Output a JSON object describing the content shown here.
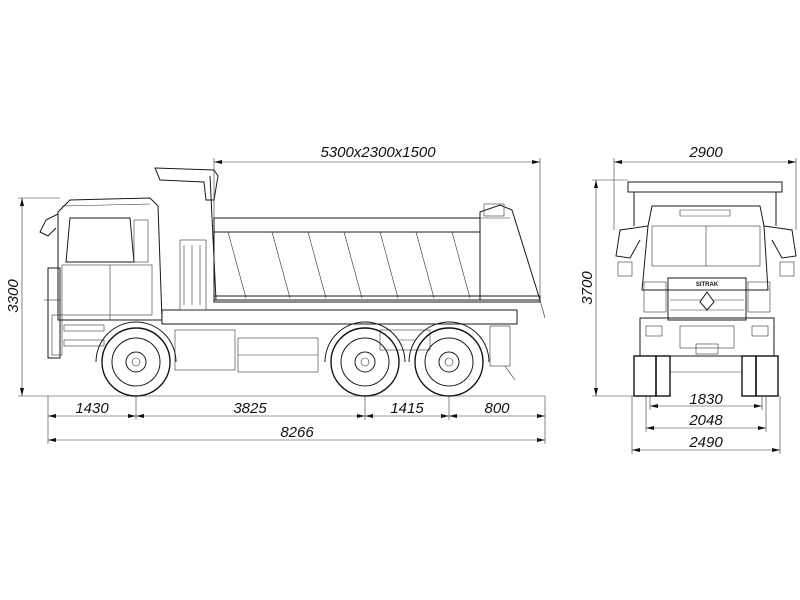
{
  "side_view": {
    "body_size": "5300x2300x1500",
    "height": "3300",
    "overhang_front": "1430",
    "wheelbase_1": "3825",
    "wheelbase_2": "1415",
    "overhang_rear": "800",
    "total_length": "8266"
  },
  "front_view": {
    "body_width": "2900",
    "height": "3700",
    "track_front": "1830",
    "track_rear": "2048",
    "overall_width": "2490",
    "grille_brand": "SITRAK"
  },
  "colors": {
    "line": "#1a1a1a",
    "background": "#ffffff"
  }
}
